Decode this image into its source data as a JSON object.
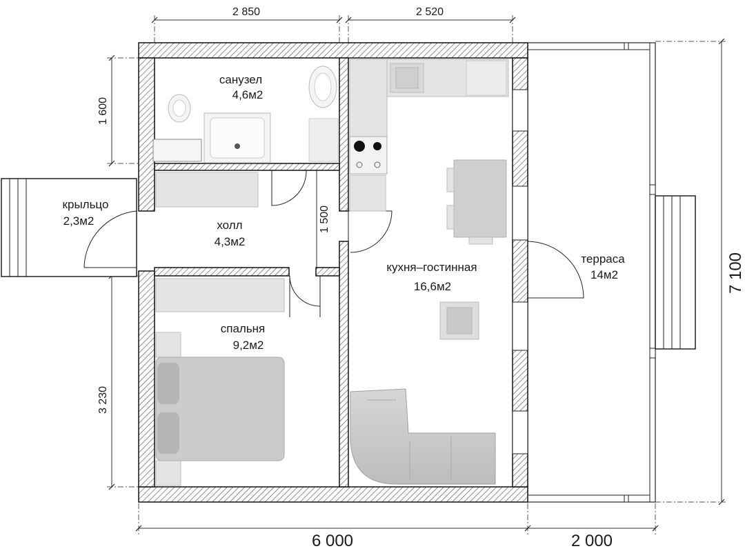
{
  "rooms": {
    "bathroom": {
      "name": "санузел",
      "area": "4,6м2"
    },
    "porch": {
      "name": "крыльцо",
      "area": "2,3м2"
    },
    "hall": {
      "name": "холл",
      "area": "4,3м2"
    },
    "bedroom": {
      "name": "спальня",
      "area": "9,2м2"
    },
    "kitchen_living": {
      "name": "кухня–гостинная",
      "area": "16,6м2"
    },
    "terrace": {
      "name": "терраса",
      "area": "14м2"
    }
  },
  "dimensions": {
    "top_left": "2 850",
    "top_right": "2 520",
    "left_upper": "1 600",
    "left_lower": "3 230",
    "hall_height": "1 500",
    "right_total": "7 100",
    "bottom_house": "6 000",
    "bottom_terrace": "2 000"
  },
  "icons": [
    "toilet-icon",
    "bathtub-icon",
    "sink-icon",
    "stove-icon",
    "kitchen-sink-icon",
    "bed-icon",
    "sofa-icon",
    "armchair-icon",
    "dining-table-icon",
    "door-swing-icon"
  ]
}
